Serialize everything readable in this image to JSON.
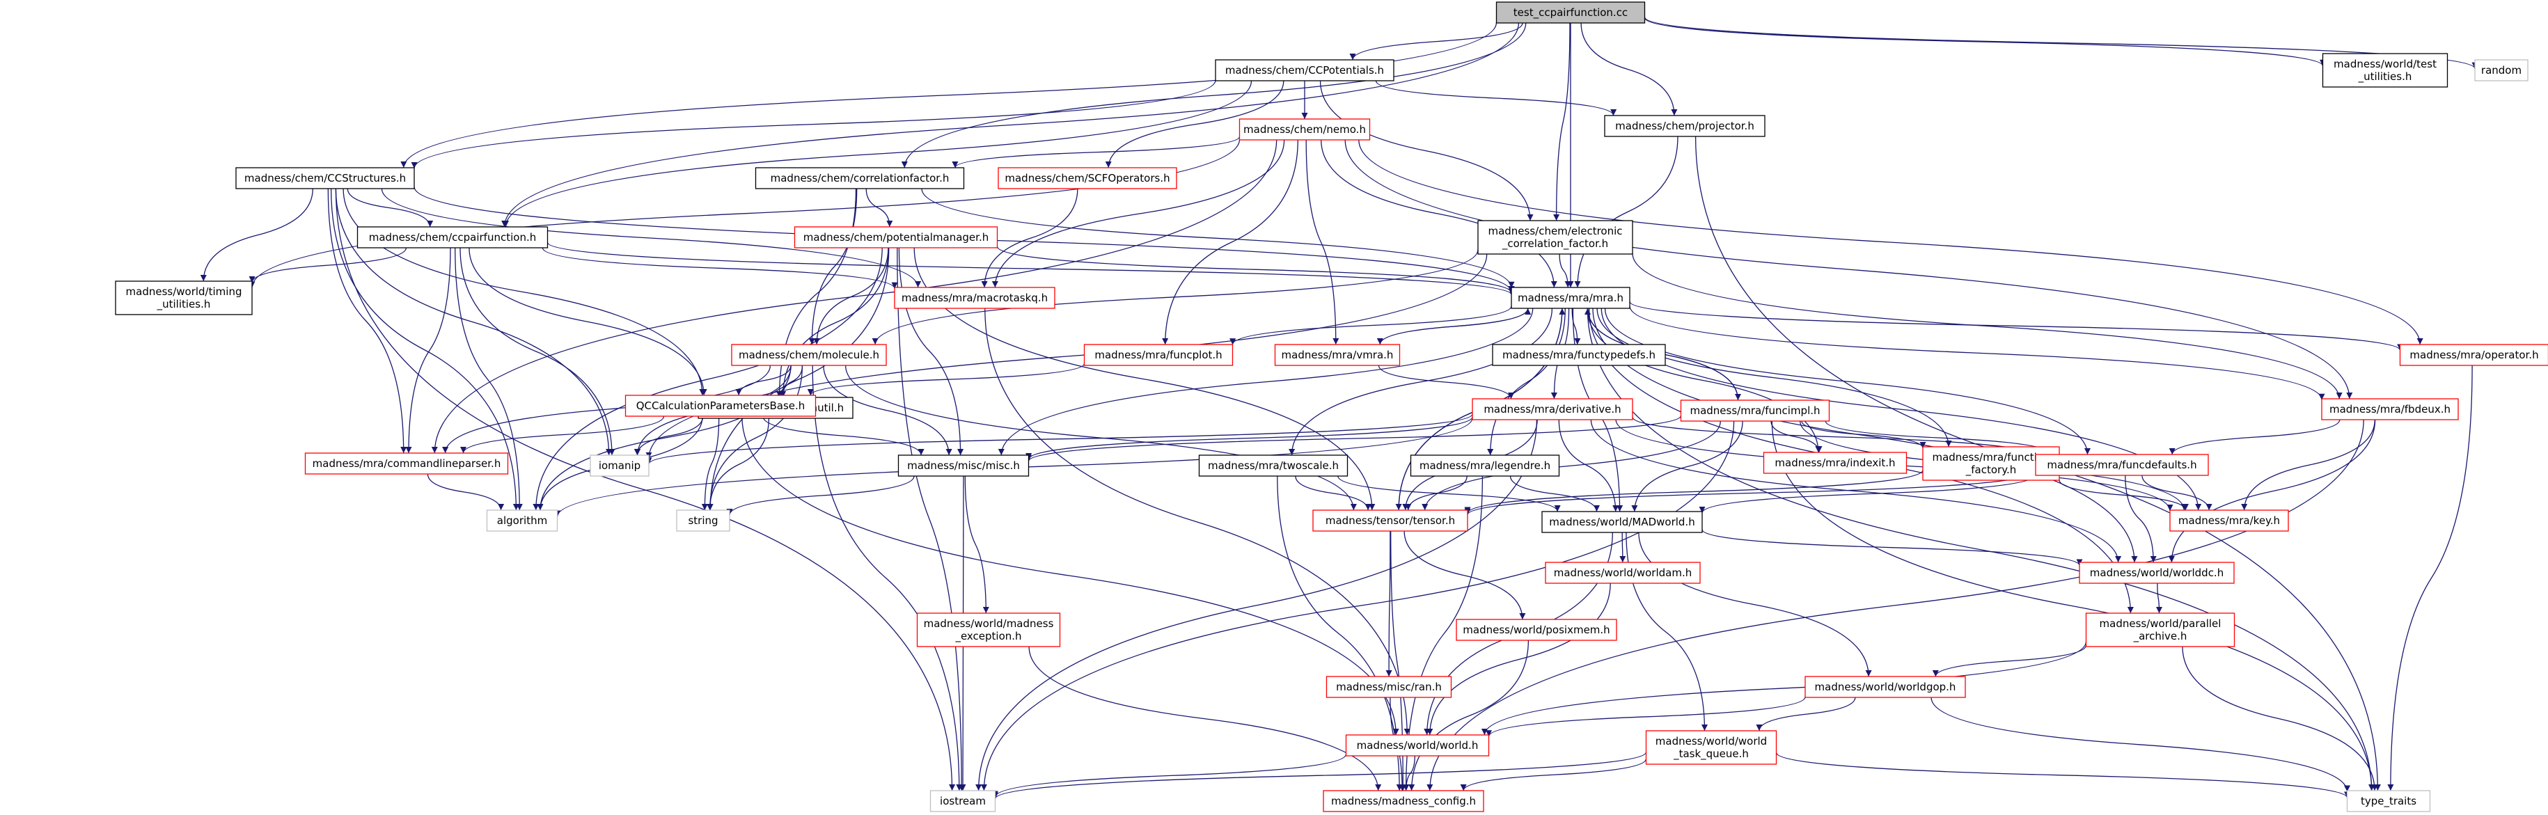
{
  "colors": {
    "edge": "#191970",
    "node_black_border": "#000000",
    "node_red_border": "#ff0000",
    "node_gray_border": "#bfbfbf",
    "root_fill": "#bfbfbf",
    "text": "#000000",
    "background": "#ffffff"
  },
  "nodes": [
    {
      "id": "root",
      "label": [
        "test_ccpairfunction.cc"
      ],
      "style": "root"
    },
    {
      "id": "ccpot",
      "label": [
        "madness/chem/CCPotentials.h"
      ],
      "style": "black"
    },
    {
      "id": "wtest",
      "label": [
        "madness/world/test",
        "_utilities.h"
      ],
      "style": "black"
    },
    {
      "id": "random",
      "label": [
        "random"
      ],
      "style": "gray"
    },
    {
      "id": "nemo",
      "label": [
        "madness/chem/nemo.h"
      ],
      "style": "red"
    },
    {
      "id": "projector",
      "label": [
        "madness/chem/projector.h"
      ],
      "style": "black"
    },
    {
      "id": "ccstruct",
      "label": [
        "madness/chem/CCStructures.h"
      ],
      "style": "black"
    },
    {
      "id": "corrfac",
      "label": [
        "madness/chem/correlationfactor.h"
      ],
      "style": "black"
    },
    {
      "id": "scfop",
      "label": [
        "madness/chem/SCFOperators.h"
      ],
      "style": "red"
    },
    {
      "id": "potman",
      "label": [
        "madness/chem/potentialmanager.h"
      ],
      "style": "red"
    },
    {
      "id": "ccpair",
      "label": [
        "madness/chem/ccpairfunction.h"
      ],
      "style": "black"
    },
    {
      "id": "elec",
      "label": [
        "madness/chem/electronic",
        "_correlation_factor.h"
      ],
      "style": "black"
    },
    {
      "id": "timing",
      "label": [
        "madness/world/timing",
        "_utilities.h"
      ],
      "style": "black"
    },
    {
      "id": "macrotask",
      "label": [
        "madness/mra/macrotaskq.h"
      ],
      "style": "red"
    },
    {
      "id": "mra",
      "label": [
        "madness/mra/mra.h"
      ],
      "style": "black"
    },
    {
      "id": "molecule",
      "label": [
        "madness/chem/molecule.h"
      ],
      "style": "red"
    },
    {
      "id": "funcplot",
      "label": [
        "madness/mra/funcplot.h"
      ],
      "style": "red"
    },
    {
      "id": "vmra",
      "label": [
        "madness/mra/vmra.h"
      ],
      "style": "red"
    },
    {
      "id": "functypedefs",
      "label": [
        "madness/mra/functypedefs.h"
      ],
      "style": "black"
    },
    {
      "id": "operator",
      "label": [
        "madness/mra/operator.h"
      ],
      "style": "red"
    },
    {
      "id": "atomutil",
      "label": [
        "madness/chem/atomutil.h"
      ],
      "style": "black"
    },
    {
      "id": "qccalc",
      "label": [
        "QCCalculationParametersBase.h"
      ],
      "style": "red"
    },
    {
      "id": "derivative",
      "label": [
        "madness/mra/derivative.h"
      ],
      "style": "red"
    },
    {
      "id": "funcimpl",
      "label": [
        "madness/mra/funcimpl.h"
      ],
      "style": "red"
    },
    {
      "id": "fbdeux",
      "label": [
        "madness/mra/fbdeux.h"
      ],
      "style": "red"
    },
    {
      "id": "iomanip",
      "label": [
        "iomanip"
      ],
      "style": "gray"
    },
    {
      "id": "cmdline",
      "label": [
        "madness/mra/commandlineparser.h"
      ],
      "style": "red"
    },
    {
      "id": "miscmisc",
      "label": [
        "madness/misc/misc.h"
      ],
      "style": "black"
    },
    {
      "id": "twoscale",
      "label": [
        "madness/mra/twoscale.h"
      ],
      "style": "black"
    },
    {
      "id": "legendre",
      "label": [
        "madness/mra/legendre.h"
      ],
      "style": "black"
    },
    {
      "id": "indexit",
      "label": [
        "madness/mra/indexit.h"
      ],
      "style": "red"
    },
    {
      "id": "funcfactory",
      "label": [
        "madness/mra/function",
        "_factory.h"
      ],
      "style": "red"
    },
    {
      "id": "funcdefaults",
      "label": [
        "madness/mra/funcdefaults.h"
      ],
      "style": "red"
    },
    {
      "id": "algorithm",
      "label": [
        "algorithm"
      ],
      "style": "gray"
    },
    {
      "id": "string",
      "label": [
        "string"
      ],
      "style": "gray"
    },
    {
      "id": "tensor",
      "label": [
        "madness/tensor/tensor.h"
      ],
      "style": "red"
    },
    {
      "id": "madworld",
      "label": [
        "madness/world/MADworld.h"
      ],
      "style": "black"
    },
    {
      "id": "key",
      "label": [
        "madness/mra/key.h"
      ],
      "style": "red"
    },
    {
      "id": "worldam",
      "label": [
        "madness/world/worldam.h"
      ],
      "style": "red"
    },
    {
      "id": "worlddc",
      "label": [
        "madness/world/worlddc.h"
      ],
      "style": "red"
    },
    {
      "id": "madexc",
      "label": [
        "madness/world/madness",
        "_exception.h"
      ],
      "style": "red"
    },
    {
      "id": "posixmem",
      "label": [
        "madness/world/posixmem.h"
      ],
      "style": "red"
    },
    {
      "id": "parallel",
      "label": [
        "madness/world/parallel",
        "_archive.h"
      ],
      "style": "red"
    },
    {
      "id": "ran",
      "label": [
        "madness/misc/ran.h"
      ],
      "style": "red"
    },
    {
      "id": "worldgop",
      "label": [
        "madness/world/worldgop.h"
      ],
      "style": "red"
    },
    {
      "id": "world",
      "label": [
        "madness/world/world.h"
      ],
      "style": "red"
    },
    {
      "id": "taskqueue",
      "label": [
        "madness/world/world",
        "_task_queue.h"
      ],
      "style": "red"
    },
    {
      "id": "iostream",
      "label": [
        "iostream"
      ],
      "style": "gray"
    },
    {
      "id": "config",
      "label": [
        "madness/madness_config.h"
      ],
      "style": "red"
    },
    {
      "id": "typetraits",
      "label": [
        "type_traits"
      ],
      "style": "gray"
    }
  ],
  "edges": [
    [
      "root",
      "ccpot"
    ],
    [
      "root",
      "wtest"
    ],
    [
      "root",
      "random"
    ],
    [
      "root",
      "projector"
    ],
    [
      "root",
      "ccstruct"
    ],
    [
      "root",
      "corrfac"
    ],
    [
      "root",
      "ccpair"
    ],
    [
      "root",
      "elec"
    ],
    [
      "root",
      "mra"
    ],
    [
      "ccpot",
      "nemo"
    ],
    [
      "ccpot",
      "projector"
    ],
    [
      "ccpot",
      "ccstruct"
    ],
    [
      "ccpot",
      "scfop"
    ],
    [
      "ccpot",
      "ccpair"
    ],
    [
      "ccpot",
      "elec"
    ],
    [
      "nemo",
      "corrfac"
    ],
    [
      "nemo",
      "macrotask"
    ],
    [
      "nemo",
      "mra"
    ],
    [
      "nemo",
      "funcplot"
    ],
    [
      "nemo",
      "vmra"
    ],
    [
      "nemo",
      "operator"
    ],
    [
      "nemo",
      "fbdeux"
    ],
    [
      "nemo",
      "timing"
    ],
    [
      "nemo",
      "cmdline"
    ],
    [
      "projector",
      "mra"
    ],
    [
      "projector",
      "typetraits"
    ],
    [
      "ccstruct",
      "ccpair"
    ],
    [
      "ccstruct",
      "timing"
    ],
    [
      "ccstruct",
      "macrotask"
    ],
    [
      "ccstruct",
      "mra"
    ],
    [
      "ccstruct",
      "qccalc"
    ],
    [
      "ccstruct",
      "cmdline"
    ],
    [
      "ccstruct",
      "iomanip"
    ],
    [
      "ccstruct",
      "algorithm"
    ],
    [
      "ccstruct",
      "iostream"
    ],
    [
      "corrfac",
      "potman"
    ],
    [
      "corrfac",
      "mra"
    ],
    [
      "corrfac",
      "molecule"
    ],
    [
      "corrfac",
      "atomutil"
    ],
    [
      "scfop",
      "macrotask"
    ],
    [
      "potman",
      "mra"
    ],
    [
      "potman",
      "molecule"
    ],
    [
      "potman",
      "atomutil"
    ],
    [
      "potman",
      "miscmisc"
    ],
    [
      "potman",
      "string"
    ],
    [
      "potman",
      "algorithm"
    ],
    [
      "potman",
      "iostream"
    ],
    [
      "potman",
      "tensor"
    ],
    [
      "ccpair",
      "mra"
    ],
    [
      "ccpair",
      "macrotask"
    ],
    [
      "ccpair",
      "timing"
    ],
    [
      "ccpair",
      "qccalc"
    ],
    [
      "ccpair",
      "cmdline"
    ],
    [
      "ccpair",
      "iomanip"
    ],
    [
      "ccpair",
      "algorithm"
    ],
    [
      "elec",
      "mra"
    ],
    [
      "elec",
      "molecule"
    ],
    [
      "elec",
      "iomanip"
    ],
    [
      "elec",
      "fbdeux"
    ],
    [
      "macrotask",
      "world"
    ],
    [
      "mra",
      "funcplot"
    ],
    [
      "mra",
      "vmra"
    ],
    [
      "mra",
      "functypedefs"
    ],
    [
      "mra",
      "operator"
    ],
    [
      "mra",
      "derivative"
    ],
    [
      "mra",
      "funcimpl"
    ],
    [
      "mra",
      "fbdeux"
    ],
    [
      "mra",
      "twoscale"
    ],
    [
      "mra",
      "legendre"
    ],
    [
      "mra",
      "indexit"
    ],
    [
      "mra",
      "funcfactory"
    ],
    [
      "mra",
      "funcdefaults"
    ],
    [
      "mra",
      "key"
    ],
    [
      "mra",
      "madworld"
    ],
    [
      "mra",
      "worlddc"
    ],
    [
      "mra",
      "parallel"
    ],
    [
      "mra",
      "miscmisc"
    ],
    [
      "mra",
      "tensor"
    ],
    [
      "mra",
      "typetraits"
    ],
    [
      "molecule",
      "atomutil"
    ],
    [
      "molecule",
      "qccalc"
    ],
    [
      "molecule",
      "miscmisc"
    ],
    [
      "molecule",
      "cmdline"
    ],
    [
      "molecule",
      "iomanip"
    ],
    [
      "molecule",
      "algorithm"
    ],
    [
      "molecule",
      "string"
    ],
    [
      "molecule",
      "iostream"
    ],
    [
      "molecule",
      "tensor"
    ],
    [
      "funcplot",
      "qccalc"
    ],
    [
      "vmra",
      "derivative"
    ],
    [
      "vmra",
      "mra"
    ],
    [
      "operator",
      "typetraits"
    ],
    [
      "atomutil",
      "string"
    ],
    [
      "qccalc",
      "miscmisc"
    ],
    [
      "qccalc",
      "cmdline"
    ],
    [
      "qccalc",
      "iomanip"
    ],
    [
      "qccalc",
      "algorithm"
    ],
    [
      "qccalc",
      "string"
    ],
    [
      "qccalc",
      "world"
    ],
    [
      "derivative",
      "miscmisc"
    ],
    [
      "derivative",
      "iomanip"
    ],
    [
      "derivative",
      "funcdefaults"
    ],
    [
      "derivative",
      "tensor"
    ],
    [
      "derivative",
      "madworld"
    ],
    [
      "derivative",
      "key"
    ],
    [
      "derivative",
      "worlddc"
    ],
    [
      "derivative",
      "iostream"
    ],
    [
      "derivative",
      "algorithm"
    ],
    [
      "funcimpl",
      "mra"
    ],
    [
      "funcimpl",
      "indexit"
    ],
    [
      "funcimpl",
      "funcfactory"
    ],
    [
      "funcimpl",
      "funcdefaults"
    ],
    [
      "funcimpl",
      "key"
    ],
    [
      "funcimpl",
      "madworld"
    ],
    [
      "funcimpl",
      "tensor"
    ],
    [
      "funcimpl",
      "miscmisc"
    ],
    [
      "funcimpl",
      "typetraits"
    ],
    [
      "funcimpl",
      "iostream"
    ],
    [
      "fbdeux",
      "funcdefaults"
    ],
    [
      "fbdeux",
      "key"
    ],
    [
      "fbdeux",
      "worlddc"
    ],
    [
      "fbdeux",
      "config"
    ],
    [
      "cmdline",
      "algorithm"
    ],
    [
      "miscmisc",
      "string"
    ],
    [
      "miscmisc",
      "madexc"
    ],
    [
      "miscmisc",
      "iostream"
    ],
    [
      "twoscale",
      "tensor"
    ],
    [
      "twoscale",
      "madworld"
    ],
    [
      "twoscale",
      "config"
    ],
    [
      "legendre",
      "tensor"
    ],
    [
      "legendre",
      "madworld"
    ],
    [
      "legendre",
      "config"
    ],
    [
      "funcfactory",
      "key"
    ],
    [
      "funcfactory",
      "tensor"
    ],
    [
      "funcdefaults",
      "madworld"
    ],
    [
      "funcdefaults",
      "tensor"
    ],
    [
      "funcdefaults",
      "key"
    ],
    [
      "funcdefaults",
      "worlddc"
    ],
    [
      "tensor",
      "posixmem"
    ],
    [
      "tensor",
      "ran"
    ],
    [
      "tensor",
      "config"
    ],
    [
      "tensor",
      "mra"
    ],
    [
      "madworld",
      "worldam"
    ],
    [
      "madworld",
      "worlddc"
    ],
    [
      "madworld",
      "worldgop"
    ],
    [
      "madworld",
      "taskqueue"
    ],
    [
      "madworld",
      "world"
    ],
    [
      "worldam",
      "world"
    ],
    [
      "worlddc",
      "parallel"
    ],
    [
      "madexc",
      "config"
    ],
    [
      "posixmem",
      "config"
    ],
    [
      "parallel",
      "worldgop"
    ],
    [
      "parallel",
      "world"
    ],
    [
      "parallel",
      "typetraits"
    ],
    [
      "ran",
      "config"
    ],
    [
      "worldgop",
      "world"
    ],
    [
      "worldgop",
      "taskqueue"
    ],
    [
      "worldgop",
      "typetraits"
    ],
    [
      "world",
      "iostream"
    ],
    [
      "world",
      "config"
    ],
    [
      "taskqueue",
      "iostream"
    ],
    [
      "taskqueue",
      "config"
    ],
    [
      "taskqueue",
      "typetraits"
    ]
  ]
}
